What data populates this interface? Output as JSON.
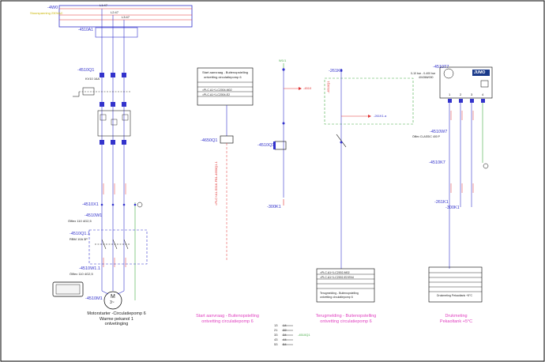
{
  "sheet": {
    "top_busbar_tag": "-4W0",
    "top_busbar_sub": "Stuurspanning 230VAC",
    "bus_terminals": [
      "L1:47",
      "L2:47",
      "L3:47"
    ],
    "feeder_tag": "-4510A1"
  },
  "circuit1": {
    "breaker_tag": "-4510Q1",
    "breaker_sub": "KV10 16A",
    "terminal_tag": "-4510X1",
    "cable1_tag": "-4510W1",
    "cable1_spec": "Ölflex 110 4G2,5",
    "isolator_tag": "-4510Q1.1",
    "isolator_spec": "RBM 10A 3P",
    "cable2_tag": "-4510W1.1",
    "cable2_spec": "Ölflex 110 4G2,5",
    "motor_tag": "-4510M1",
    "motor_symbol": "M",
    "motor_sub": "3~",
    "caption": [
      "Motorstarter -Circulatiepomp 6",
      "Warme pekanol 1",
      "ontvetinging"
    ]
  },
  "circuit2": {
    "box_lines": [
      "Start aanvraag - Buitenopstelling",
      "ontvetting circulatiepomp 6"
    ],
    "box_ref1": "=PLC.A1+1-C2004-M02",
    "box_ref2": "=PLC.A1+1-C2004-E2",
    "coil_tag": "-4650Q1",
    "cable_ref": "=PLC+A1-S51K.FB1-4650Q1.1",
    "caption": [
      "Start aanvraag - Buitenopstelling",
      "ontvetting circulatiepomp 6"
    ]
  },
  "circuit3": {
    "top_label": "W1/1",
    "contactor_tag": "-4510Q1",
    "arrow_label": "-4510",
    "bottom_tag": "-300K1",
    "contacts": [
      [
        "13",
        "14"
      ],
      [
        "21",
        "22"
      ],
      [
        "33",
        "34"
      ],
      [
        "43",
        "44"
      ],
      [
        "53",
        "54"
      ]
    ],
    "contact_tag": "-4510Q1"
  },
  "circuit4": {
    "relay_tag": "-261K1",
    "relay_ref": "-261K1.a",
    "side_tag": "-4510Q1",
    "box_ref1": "=PLC.A1+1-C2002-M02",
    "box_ref2": "=PLC.A1+1-C2002-E2:EN4",
    "box_lines": [
      "Terugmelding - Buitenopstelling",
      "ontvetting circulatiepomp 6"
    ],
    "caption": [
      "Terugmelding - Buitenopstelling",
      "ontvetting circulatiepomp 6"
    ]
  },
  "circuit5": {
    "device_tag": "-4510T7",
    "device_spec": "0-10 bar - 0-400 bar",
    "device_code": "404366/000",
    "brand": "JUMO",
    "cable_tag": "-4510W7",
    "cable_spec": "Ölflex CLASSIC 400 P",
    "terminal_tag": "-4510K7",
    "lower_tag1": "-261K1",
    "lower_tag2": "-300K1",
    "pins": [
      "1",
      "2",
      "3",
      "4"
    ],
    "box_lines": [
      "Drukmeting Pekaoltank +5°C"
    ],
    "caption": [
      "Drukmeting",
      "Pekaoltank +5°C"
    ]
  },
  "colors": {
    "blue": "#3333cc",
    "red": "#e03030",
    "green": "#44aa44",
    "magenta": "#e040c0",
    "black": "#222222"
  }
}
